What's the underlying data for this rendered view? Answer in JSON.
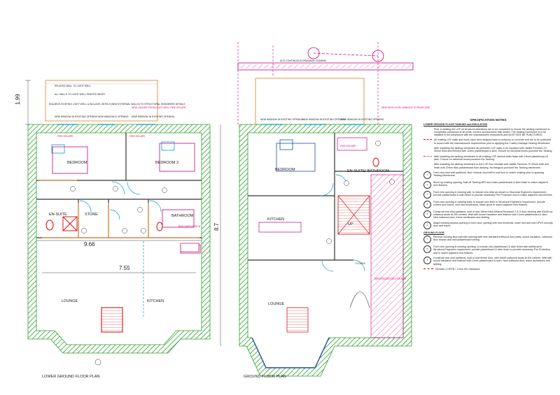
{
  "titles": {
    "lower": "LOWER GROUND FLOOR PLAN",
    "ground": "GROUND FLOOR PLAN"
  },
  "dimensions": {
    "height_left": "1.99",
    "width_lower": "9.66",
    "inner_lower": "7.55",
    "height_ground": "8.7"
  },
  "lower_rooms": {
    "bedroom": "BEDROOM",
    "bedroom2": "BEDROOM 2",
    "ensuite": "EN-SUITE",
    "store": "STORE",
    "bathroom": "BATHROOM",
    "lounge": "LOUNGE",
    "kitchen": "KITCHEN"
  },
  "ground_rooms": {
    "bedroom": "BEDROOM",
    "ensuite": "EN-SUITE/ BATHROOM",
    "kitchen": "KITCHEN",
    "lounge": "LOUNGE",
    "up": "UP"
  },
  "lower_notes": {
    "splayed": "SPLAYED WALL TO LIGHT WELL",
    "walls": "ALL WALLS TO LIGHT WELL PAINTED WHITE",
    "enlarge": "ENLARGE EXISTING LIGHT WELL & INCLUDE LINTELS (NEW EXTERNAL WALLS) TO STRUCTURAL ENGINEERS DETAILS",
    "win1": "NEW WINDOW IN EXISTING OPENING",
    "win2": "NEW WINDOW & OPENING",
    "win3": "NEW WINDOW IN EXISTING OPENING",
    "ladder": "NEW LADDER FROM LIGHT WELL FIRE ESCAPE",
    "fire_escape_1": "FIRE ESCAPE",
    "fire_escape_2": "FIRE ESCAPE",
    "bath_bench": "BATH WITH BENCH"
  },
  "ground_notes": {
    "win1": "NEW WINDOW IN EXISTING OPENING",
    "win2": "NEW WINDOW IN EXISTING OPENING",
    "win3": "NEW WINDOW IN EXISTING OPENING",
    "high": "NEW HIGH LEVEL WINDOW TO REAR SIDE",
    "channel": "ACO CONTINUOUS DRAINAGE CHANNEL",
    "communal": "COMMUNAL ENTRANCE LOBBY TO STAIRS & UP TO 1st & 2nd FLOOR",
    "cloak": "CLOAKS",
    "fire_escape": "FIRE ESCAPE"
  },
  "spec": {
    "heading": "SPECIFICATION NOTES",
    "sub1": "LOWER GROUND FLOOR TANKING and INSULATION",
    "items": [
      {
        "key": "",
        "text": "Prior to tanking the LGF all structural alterations are to be completed to ensure the tanking membrane is completely continuous at all joints, corners and junctions fully sealed. The tanking membrane is to be installed in full compliance with the manufacturers instructions and MUST NOT BE PUNCTURED."
      },
      {
        "key": "pink",
        "text": "All existing LGF walls and floors have been stripped back to masonry or concrete and are to be protected in accord with the manufacturers requirements prior to applying the 'Cavity Drainage Tanking Membrane'."
      },
      {
        "key": "",
        "text": "After installing the tanking membrane all perimeter LGF walls to be insulated with Jablite Premium 70 30mm thick and finished with 12mm plasterboard & skim. Ensure no electrical boxes puncture the Tanking."
      },
      {
        "key": "pink2",
        "text": "After installing the tanking membrane to all existing LGF internal walls finish with 15mm plasterboard & skim. Ensure no electrical boxes puncture the Tanking."
      },
      {
        "key": "",
        "text": "After installing the tanking membrane to the LGF floor insulate with Jablite Premium 70 30mm thick and finish with 20mm thick plasterboard floor decking. No fixings to puncture the Tanking membrane."
      },
      {
        "key": "1",
        "text": "Form new stud wall partitions, stud, mineral wool infill to suit floor to match existing prior to applying Tanking Membrane."
      },
      {
        "key": "2",
        "text": "Block up existing opening, built off Tanking BP2 and make plasterboard & skim finish to match adjacent new finishes."
      },
      {
        "key": "3",
        "text": "Form new opening in existing wall, to include new lintel as shown to Structural Engineers requirement, provide plasterboard & skim finish to provide necessary Fire Protection and to match adjacent new finishes."
      },
      {
        "key": "4",
        "text": "Form new opening in existing walls to include new lintel to Structural Engineers requirement, provide correct door frame, door and architraves. Make good to match adjacent new finishes."
      },
      {
        "key": "5",
        "text": "Construct new stud partitions, built of new 25mm thick Mineral Rockwool T & G floor decking with 63x50 sw softwood studs at 400 centres. Wall with sound insulation and finished with 12mm plasterboard & skim. New softwood door, frame architraves and skirting."
      },
      {
        "key": "6",
        "text": "Adapt existing window opening to form door opening with new threshold, lower foot and new UPVC security door and frame."
      },
      {
        "key": "sub",
        "text": "GROUND FLOOR"
      },
      {
        "key": "7",
        "text": "Remove existing stud wall with opening with new standard softwood floor joists, sound insulation, softwood floor boards and new plasterboard ceiling."
      },
      {
        "key": "8",
        "text": "Form new opening in existing opening, to include new plasterboard & skim finish with additional to Structural Engineers requirement, provide plasterboard & skim finish to provide necessary Fire Protection and to match adjacent new finishes."
      },
      {
        "key": "9",
        "text": "Construct new stud partitions, built of new timber floor, with 63x50 softwood studs at 400 centres. Wall with sound insulation and finished with 12mm plasterboard & skim. New softwood door, frame architraves and skirting."
      }
    ],
    "legend": "Denotes 1 HRTB / 1 hour fire resistance"
  }
}
